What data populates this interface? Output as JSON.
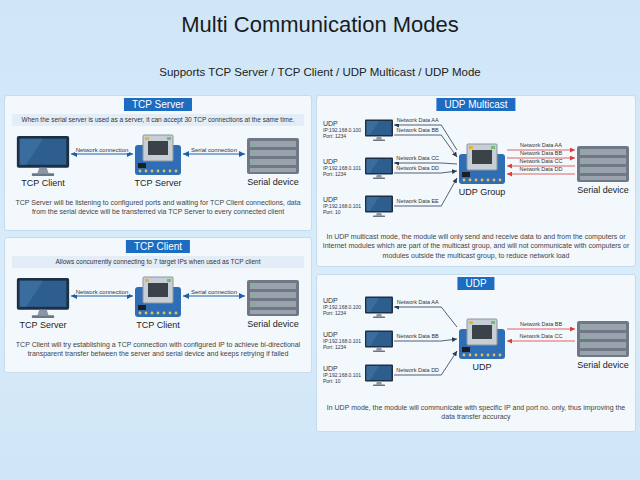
{
  "diagram": {
    "title": "Multi Communication Modes",
    "nodes": [
      {
        "text": [
          "TCP Server",
          "When the serial server is used as a server, it can accept 30 TCP connections at the same time.",
          "TCP Server will be listening to configured ports and waiting for TCP Client connections, data from the serial device will be transferred via TCP Server to every connected client"
        ]
      },
      {
        "text": [
          "TCP Client"
        ],
        "in": 0
      },
      {
        "text": [
          "TCP Server"
        ],
        "in": 0
      },
      {
        "text": [
          "Serial device"
        ],
        "in": 0
      },
      {
        "text": [
          "TCP Client",
          "Allows concurrently connecting to 7 target IPs when used as TCP client",
          "TCP Client will try establishing a TCP connection with configured IP to achieve bi-directional transparent transfer between the server and serial device and keeps retrying if failed"
        ]
      },
      {
        "text": [
          "TCP Server"
        ],
        "in": 4
      },
      {
        "text": [
          "TCP Client"
        ],
        "in": 4
      },
      {
        "text": [
          "Serial device"
        ],
        "in": 4
      },
      {
        "text": [
          "UDP Multicast",
          "In UDP multicast mode, the module will only send and receive data to and from the computers or Internet modules which are part of the multicast group, and will not communicate with computers or modules outside the multicast group, to reduce network load"
        ]
      },
      {
        "text": [
          "UDP",
          "IP:192.168.0.100",
          "Port: 1234"
        ],
        "in": 8
      },
      {
        "text": [
          "UDP",
          "IP:192.168.0.101",
          "Port: 1234"
        ],
        "in": 8
      },
      {
        "text": [
          "UDP",
          "IP:192.168.0.101",
          "Port: 10"
        ],
        "in": 8
      },
      {
        "text": [
          "UDP Group"
        ],
        "in": 8
      },
      {
        "text": [
          "Serial device"
        ],
        "in": 8
      },
      {
        "text": [
          "UDP",
          "In UDP mode, the module will communicate with specific IP and port no. only, thus improving the data transfer accuracy"
        ]
      },
      {
        "text": [
          "UDP",
          "IP:192.168.0.100",
          "Port: 1234"
        ],
        "in": 14
      },
      {
        "text": [
          "UDP",
          "IP:192.168.0.101",
          "Port: 1234"
        ],
        "in": 14
      },
      {
        "text": [
          "UDP",
          "IP:192.168.0.101",
          "Port: 10"
        ],
        "in": 14
      },
      {
        "text": [
          "UDP"
        ],
        "in": 14
      },
      {
        "text": [
          "Serial device"
        ],
        "in": 14
      }
    ],
    "edges": [
      {
        "from": 1,
        "to": 2,
        "arrow": "both",
        "label": "Network connection"
      },
      {
        "from": 2,
        "to": 3,
        "arrow": "both",
        "label": "Serial connection"
      },
      {
        "from": 5,
        "to": 6,
        "arrow": "both",
        "label": "Network connection"
      },
      {
        "from": 6,
        "to": 7,
        "arrow": "both",
        "label": "Serial connection"
      },
      {
        "from": 12,
        "to": 9,
        "arrow": "to",
        "label": "Network Data AA"
      },
      {
        "from": 9,
        "to": 12,
        "arrow": "to",
        "label": "Network Data BB"
      },
      {
        "from": 12,
        "to": 10,
        "arrow": "to",
        "label": "Network Data CC"
      },
      {
        "from": 10,
        "to": 12,
        "arrow": "to",
        "label": "Network Data DD"
      },
      {
        "from": 11,
        "to": 12,
        "arrow": "to",
        "label": "Network Data EE"
      },
      {
        "from": 12,
        "to": 13,
        "arrow": "to",
        "label": "Network Data AA"
      },
      {
        "from": 12,
        "to": 13,
        "arrow": "to",
        "label": "Network Data BB"
      },
      {
        "from": 13,
        "to": 12,
        "arrow": "to",
        "label": "Network Data CC"
      },
      {
        "from": 13,
        "to": 12,
        "arrow": "to",
        "label": "Network Data DD"
      },
      {
        "from": 18,
        "to": 15,
        "arrow": "to",
        "label": "Network Data AA"
      },
      {
        "from": 16,
        "to": 18,
        "arrow": "to",
        "label": "Network Data BB"
      },
      {
        "from": 17,
        "to": 18,
        "arrow": "to",
        "label": "Network Data DD"
      },
      {
        "from": 18,
        "to": 19,
        "arrow": "to",
        "label": "Network Data BB"
      },
      {
        "from": 19,
        "to": 18,
        "arrow": "to",
        "label": "Network Data CC"
      }
    ],
    "labels": [
      "Supports TCP Server / TCP Client / UDP Multicast / UDP Mode"
    ]
  }
}
